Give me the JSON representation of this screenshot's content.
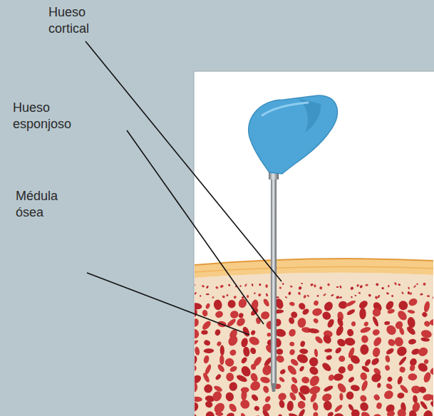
{
  "diagram": {
    "labels": [
      "Hueso cortical",
      "Hueso esponjoso",
      "Médula ósea"
    ]
  }
}
